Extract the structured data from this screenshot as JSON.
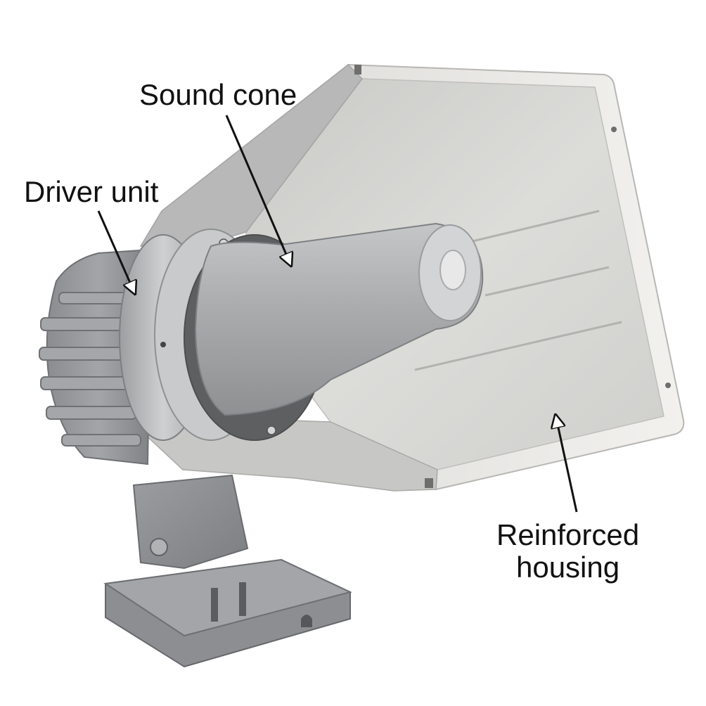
{
  "labels": {
    "sound_cone": "Sound cone",
    "driver_unit": "Driver unit",
    "housing_line1": "Reinforced",
    "housing_line2": "housing"
  },
  "colors": {
    "horn_inner": "#d7d7d4",
    "horn_rim": "#ecebe8",
    "driver_body": "#8e9093",
    "driver_fins": "#9a9c9f",
    "driver_ring": "#b9babb",
    "sound_cone": "#aeb0b2",
    "coil_copper": "#8a5a3a",
    "bracket": "#8d8f92",
    "arrow": "#111111",
    "text": "#111111"
  }
}
